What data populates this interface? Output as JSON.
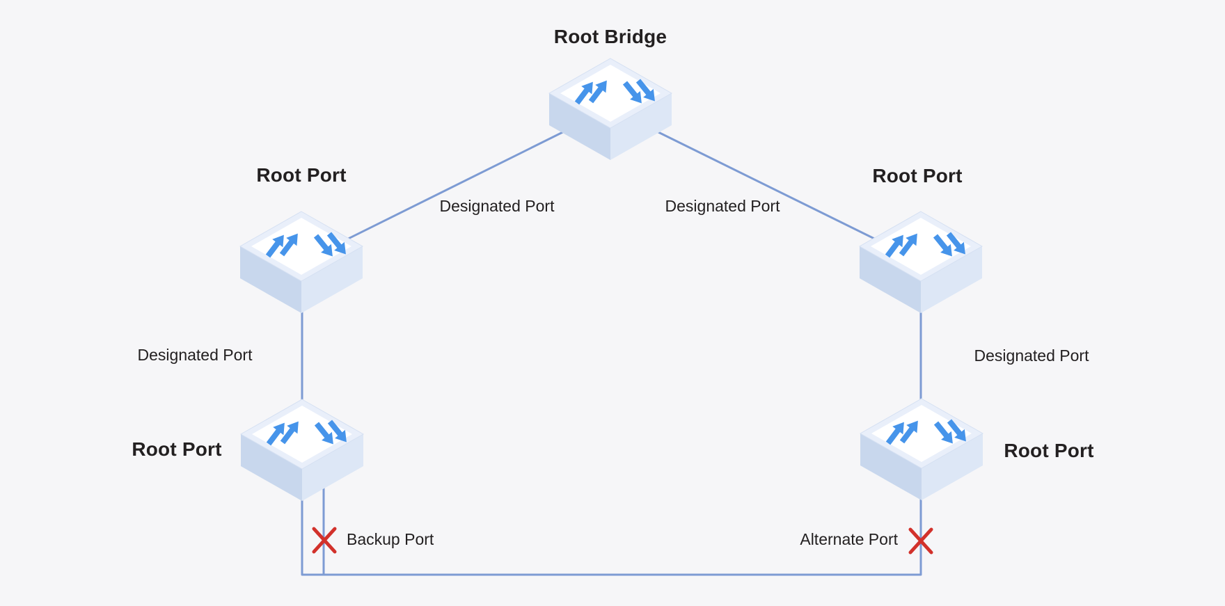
{
  "diagram": {
    "kind": "spanning-tree-protocol-topology",
    "colors": {
      "background": "#f6f6f8",
      "link_line": "#7d9bd3",
      "switch_arrow": "#4694ea",
      "blocked_cross": "#d2312b",
      "label_text": "#232021"
    },
    "nodes": {
      "root_bridge": {
        "label": "Root Bridge",
        "icon": "network-switch-icon"
      },
      "switch_mid_left": {
        "label": "Root Port",
        "icon": "network-switch-icon"
      },
      "switch_mid_right": {
        "label": "Root Port",
        "icon": "network-switch-icon"
      },
      "switch_bottom_left": {
        "label": "Root Port",
        "icon": "network-switch-icon"
      },
      "switch_bottom_right": {
        "label": "Root Port",
        "icon": "network-switch-icon"
      }
    },
    "port_labels": {
      "root_to_mid_left": "Designated Port",
      "root_to_mid_right": "Designated Port",
      "mid_left_to_bottom_left": "Designated Port",
      "mid_right_to_bottom_right": "Designated Port",
      "backup": "Backup Port",
      "alternate": "Alternate Port"
    },
    "icons": {
      "switch": "network-switch-icon",
      "blocked": "blocked-cross-icon"
    }
  }
}
